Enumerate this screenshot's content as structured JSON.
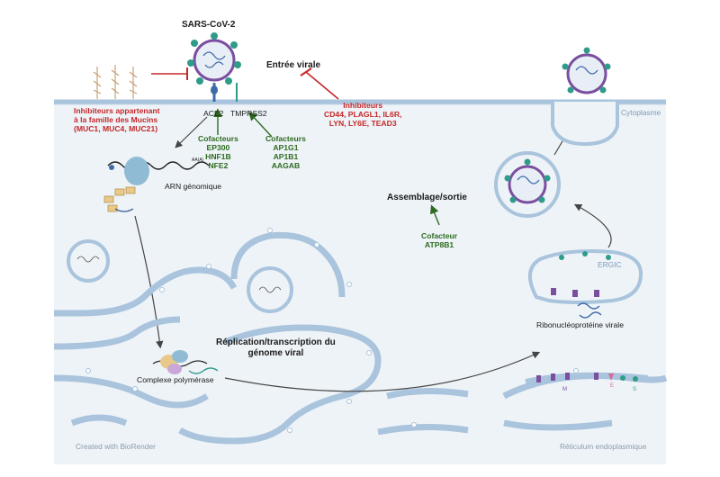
{
  "virus": {
    "title": "SARS-CoV-2"
  },
  "receptors": {
    "ace2": "ACE2",
    "tmprss2": "TMPRSS2"
  },
  "entry": {
    "label": "Entrée virale"
  },
  "mucins": {
    "lines": [
      "Inhibiteurs appartenant",
      "à la famille des Mucins",
      "(MUC1, MUC4, MUC21)"
    ]
  },
  "entry_inhibitors": {
    "lines": [
      "Inhibiteurs",
      "CD44, PLAGL1, IL6R,",
      "LYN, LY6E, TEAD3"
    ]
  },
  "cofactors_ace2": {
    "lines": [
      "Cofacteurs",
      "EP300",
      "HNF1B",
      "NFE2"
    ]
  },
  "cofactors_tmprss2": {
    "lines": [
      "Cofacteurs",
      "AP1G1",
      "AP1B1",
      "AAGAB"
    ]
  },
  "rna": {
    "label": "ARN génomique",
    "polya": "AA(A)"
  },
  "assembly": {
    "label": "Assemblage/sortie"
  },
  "cofactor_assembly": {
    "lines": [
      "Cofacteur",
      "ATP8B1"
    ]
  },
  "compartments": {
    "cytoplasm": "Cytoplasme",
    "ergic": "ERGIC",
    "er": "Réticulum endoplasmique"
  },
  "rnp": {
    "label": "Ribonucléoprotéine virale"
  },
  "replication": {
    "lines": [
      "Réplication/transcription du",
      "génome viral"
    ]
  },
  "polymerase": {
    "label": "Complexe polymérase"
  },
  "proteins": {
    "m": "M",
    "e": "E",
    "s": "S"
  },
  "credit": {
    "label": "Created with BioRender"
  },
  "colors": {
    "inhibitor": "#c62828",
    "cofactor": "#2e6b1f",
    "membrane": "#a9c4dc",
    "cytoplasm": "#eef3f8",
    "spike": "#2e9c8a",
    "envelope": "#7b4fa0"
  }
}
